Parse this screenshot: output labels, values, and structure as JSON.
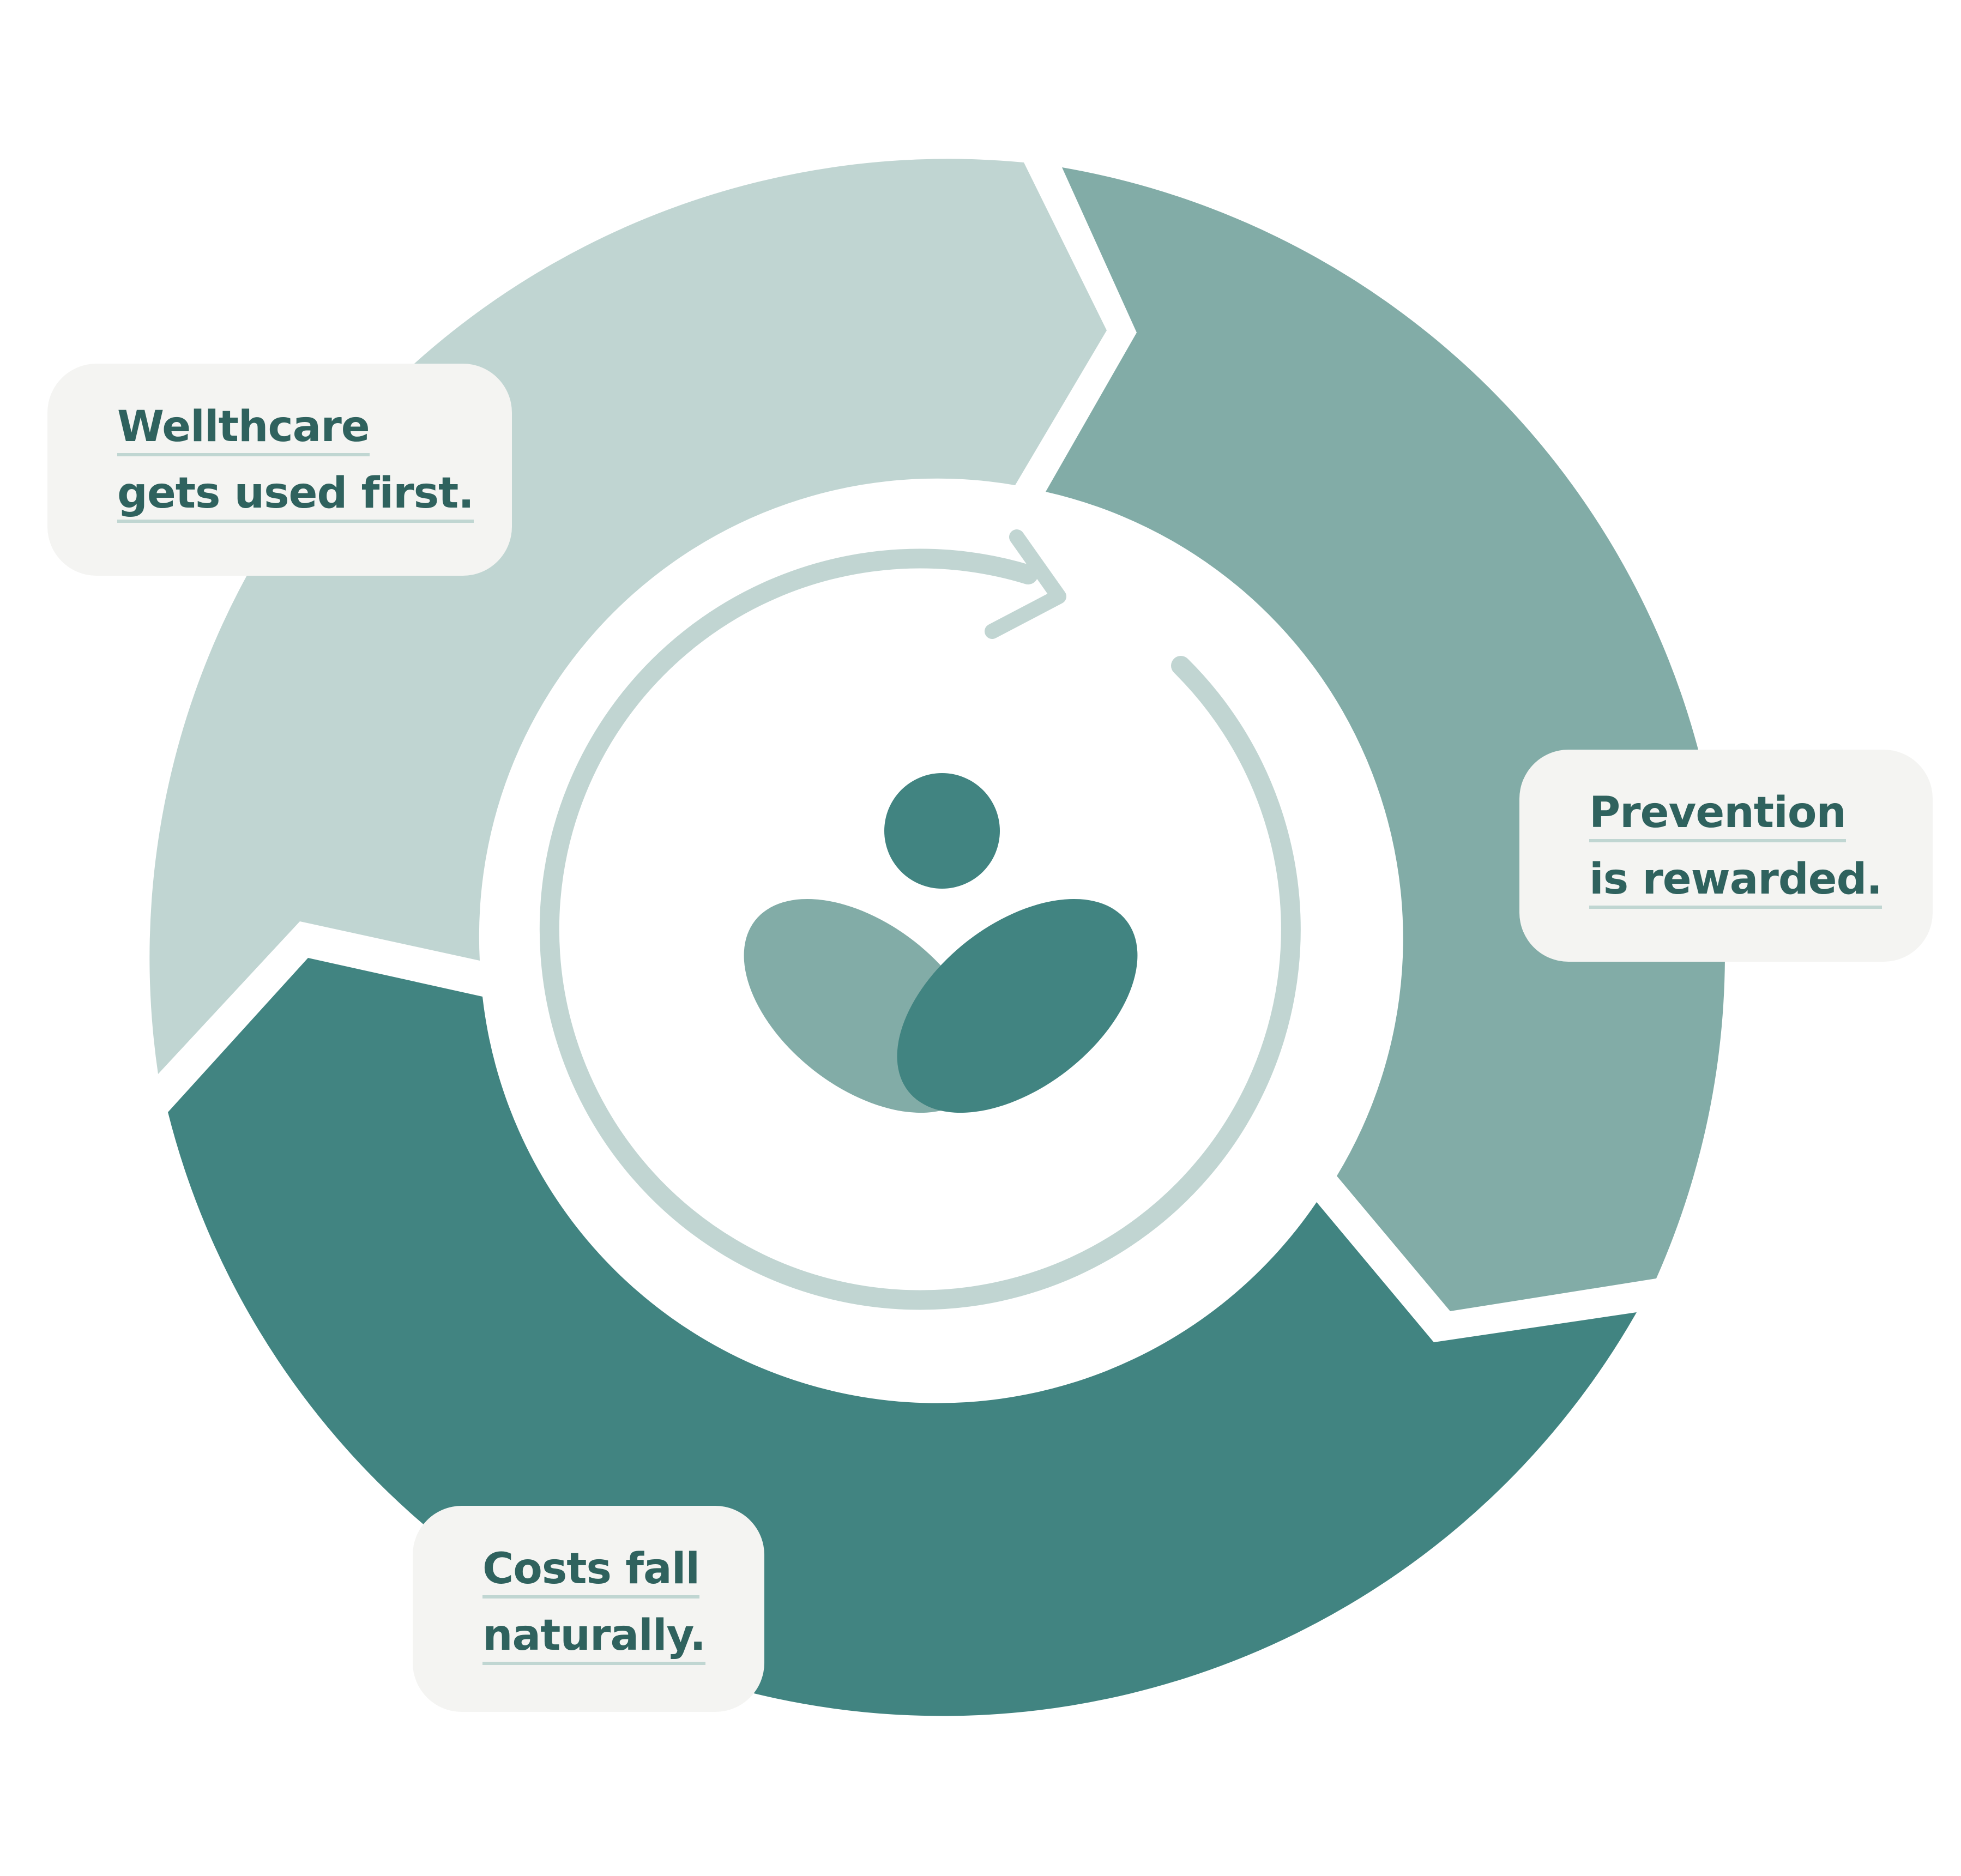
{
  "stages": [
    {
      "id": "wellthcare",
      "lines": [
        "Wellthcare",
        "gets used first."
      ]
    },
    {
      "id": "prevention",
      "lines": [
        "Prevention",
        "is rewarded."
      ]
    },
    {
      "id": "costs",
      "lines": [
        "Costs fall",
        "naturally."
      ]
    }
  ],
  "colors": {
    "segment_light": "#c0d5d2",
    "segment_mid": "#82aca7",
    "segment_dark": "#418481",
    "card_background": "#f4f4f2",
    "text": "#2f625e",
    "underline": "#c0d6d2",
    "inner_arrow": "#c1d5d2"
  },
  "icons": {
    "center": "person-with-leaves-icon",
    "inner": "circular-arrow-icon"
  }
}
